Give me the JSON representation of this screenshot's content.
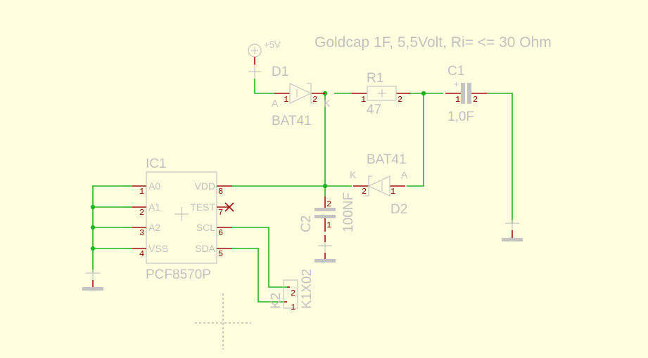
{
  "title_note": "Goldcap 1F, 5,5Volt, Ri= <= 30 Ohm",
  "supply": {
    "label": "+5V",
    "icon": "supply-circle-plus-icon"
  },
  "components": {
    "D1": {
      "name": "D1",
      "value": "BAT41",
      "pin1": "1",
      "pin2": "2",
      "anode": "A",
      "cathode": "K"
    },
    "R1": {
      "name": "R1",
      "value": "47",
      "pin1": "1",
      "pin2": "2"
    },
    "C1": {
      "name": "C1",
      "value": "1,0F",
      "pin1": "1",
      "pin2": "2",
      "polarity": "+"
    },
    "D2": {
      "name": "D2",
      "value": "BAT41",
      "pin1": "1",
      "pin2": "2",
      "anode": "A",
      "cathode": "K"
    },
    "C2": {
      "name": "C2",
      "value": "100NF",
      "pin1": "1",
      "pin2": "2"
    },
    "IC1": {
      "name": "IC1",
      "value": "PCF8570P",
      "pins_left": [
        {
          "num": "1",
          "name": "A0"
        },
        {
          "num": "2",
          "name": "A1"
        },
        {
          "num": "3",
          "name": "A2"
        },
        {
          "num": "4",
          "name": "VSS"
        }
      ],
      "pins_right": [
        {
          "num": "8",
          "name": "VDD"
        },
        {
          "num": "7",
          "name": "TEST"
        },
        {
          "num": "6",
          "name": "SCL"
        },
        {
          "num": "5",
          "name": "SDA"
        }
      ]
    },
    "K2": {
      "name": "K2",
      "value": "K1X02",
      "pin1": "1",
      "pin2": "2"
    }
  }
}
